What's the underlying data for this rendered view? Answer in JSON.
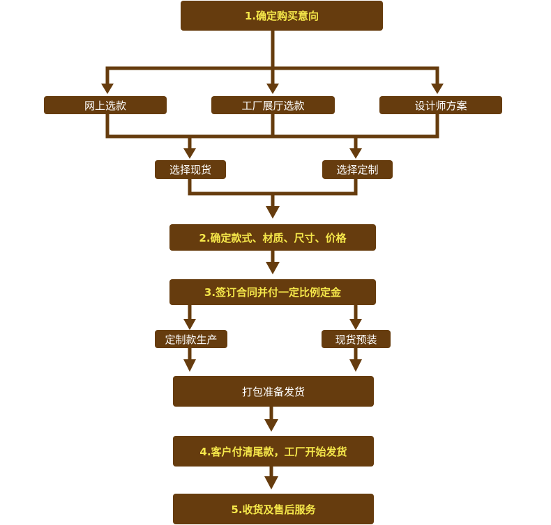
{
  "colors": {
    "box_fill": "#663c0e",
    "main_text": "#f5e74a",
    "sub_text": "#ffffff",
    "connector": "#663c0e"
  },
  "steps": {
    "s1": "1.确定购买意向",
    "s2": "2.确定款式、材质、尺寸、价格",
    "s3": "3.签订合同并付一定比例定金",
    "s4": "4.客户付清尾款，工厂开始发货",
    "s5": "5.收货及售后服务"
  },
  "options": {
    "online": "网上选款",
    "showroom": "工厂展厅选款",
    "designer": "设计师方案"
  },
  "choices": {
    "stock": "选择现货",
    "custom": "选择定制"
  },
  "branches": {
    "production": "定制款生产",
    "presale": "现货预装"
  },
  "pack": "打包准备发货"
}
